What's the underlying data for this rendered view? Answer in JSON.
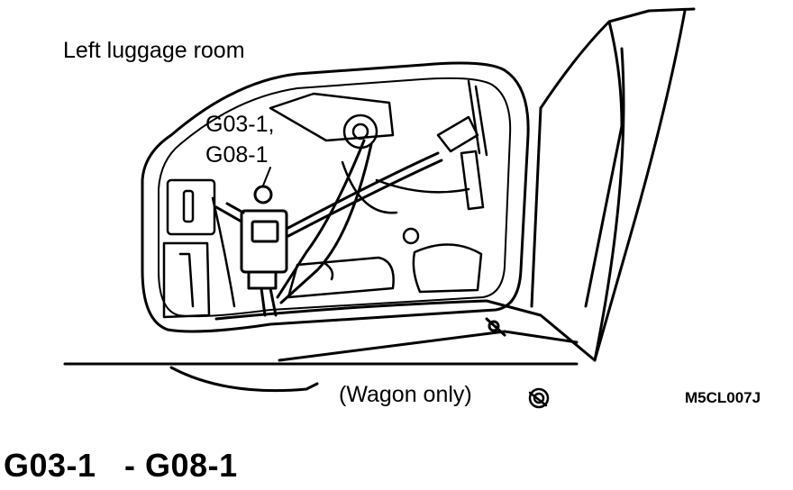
{
  "diagram": {
    "location_label": "Left luggage room",
    "connector_label_line1": "G03-1,",
    "connector_label_line2": "G08-1",
    "note": "(Wagon only)",
    "figure_code": "M5CL007J"
  },
  "footer": {
    "title": "G03-1   - G08-1"
  }
}
